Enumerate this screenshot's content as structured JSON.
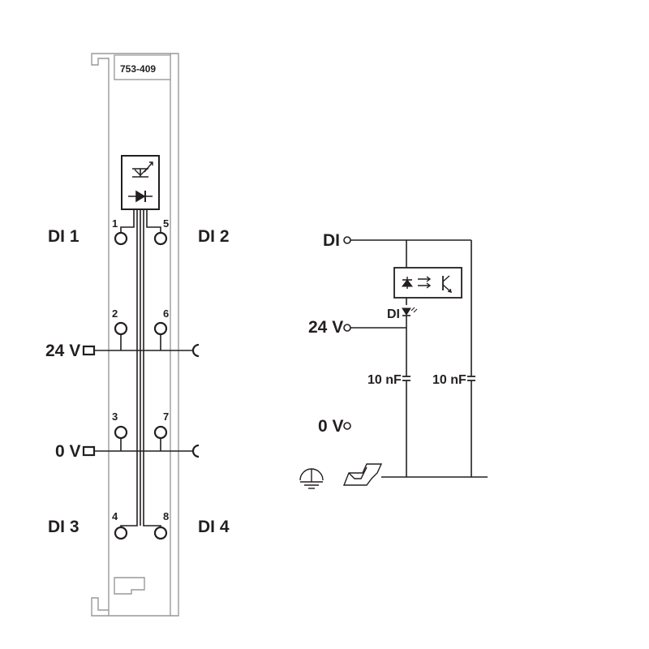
{
  "module": {
    "part_number": "753-409"
  },
  "terminal_labels": {
    "di1": "DI 1",
    "di2": "DI 2",
    "di3": "DI 3",
    "di4": "DI 4",
    "v24": "24 V",
    "v0": "0 V"
  },
  "pins": [
    "1",
    "2",
    "3",
    "4",
    "5",
    "6",
    "7",
    "8"
  ],
  "schematic": {
    "di": "DI",
    "v24": "24 V",
    "v0": "0 V",
    "di_led": "DI",
    "cap1": "10 nF",
    "cap2": "10 nF"
  },
  "colors": {
    "line": "#231f20",
    "housing": "#999999"
  }
}
